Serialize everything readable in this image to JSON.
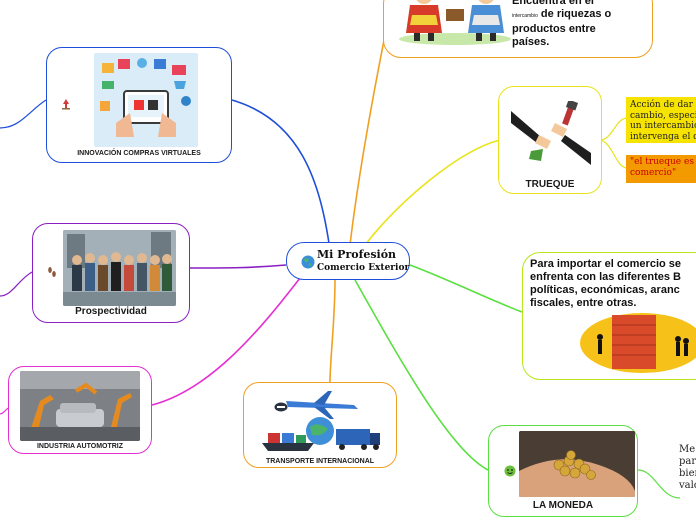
{
  "center": {
    "title": "Mi Profesión",
    "subtitle": "Comercio Exterior",
    "icon": "globe-icon"
  },
  "nodes": {
    "compras": {
      "label": "INNOVACIÓN COMPRAS VIRTUALES",
      "icon": "pin-icon"
    },
    "prospectividad": {
      "label": "Prospectividad",
      "icon": "footprints-icon"
    },
    "automotriz": {
      "label": "INDUSTRIA AUTOMOTRIZ"
    },
    "transporte": {
      "label": "TRANSPORTE INTERNACIONAL"
    },
    "top": {
      "line1": "Encuentra en el",
      "small": "intercambio",
      "line2": "de riquezas o",
      "line3": "productos entre",
      "line4": "países."
    },
    "trueque": {
      "label": "TRUEQUE"
    },
    "importar": {
      "lines": [
        "Para importar el comercio se",
        "enfrenta con las diferentes B",
        "políticas, económicas, aranc",
        "fiscales, entre otras."
      ]
    },
    "moneda": {
      "label": "LA MONEDA",
      "icon": "smiley-icon"
    }
  },
  "notes": {
    "trueque_def": {
      "lines": [
        "Acción de dar u",
        "cambio, especia",
        "un intercambio d",
        "intervenga el din"
      ]
    },
    "trueque_quote": {
      "lines": [
        "\"el trueque es la",
        "comercio\""
      ]
    },
    "moneda_text": {
      "lines": [
        "Me",
        "para",
        "bien",
        "valo"
      ]
    }
  },
  "colors": {
    "blue": "#1f4fd8",
    "purple": "#8a1fc2",
    "magenta": "#e52fd2",
    "orange": "#f0a020",
    "yellow": "#e9e31a",
    "green": "#59e040",
    "lime": "#b7e61a",
    "note_yellow": "#f7e300",
    "note_orange": "#f39a00",
    "note_text_red": "#c80000"
  }
}
